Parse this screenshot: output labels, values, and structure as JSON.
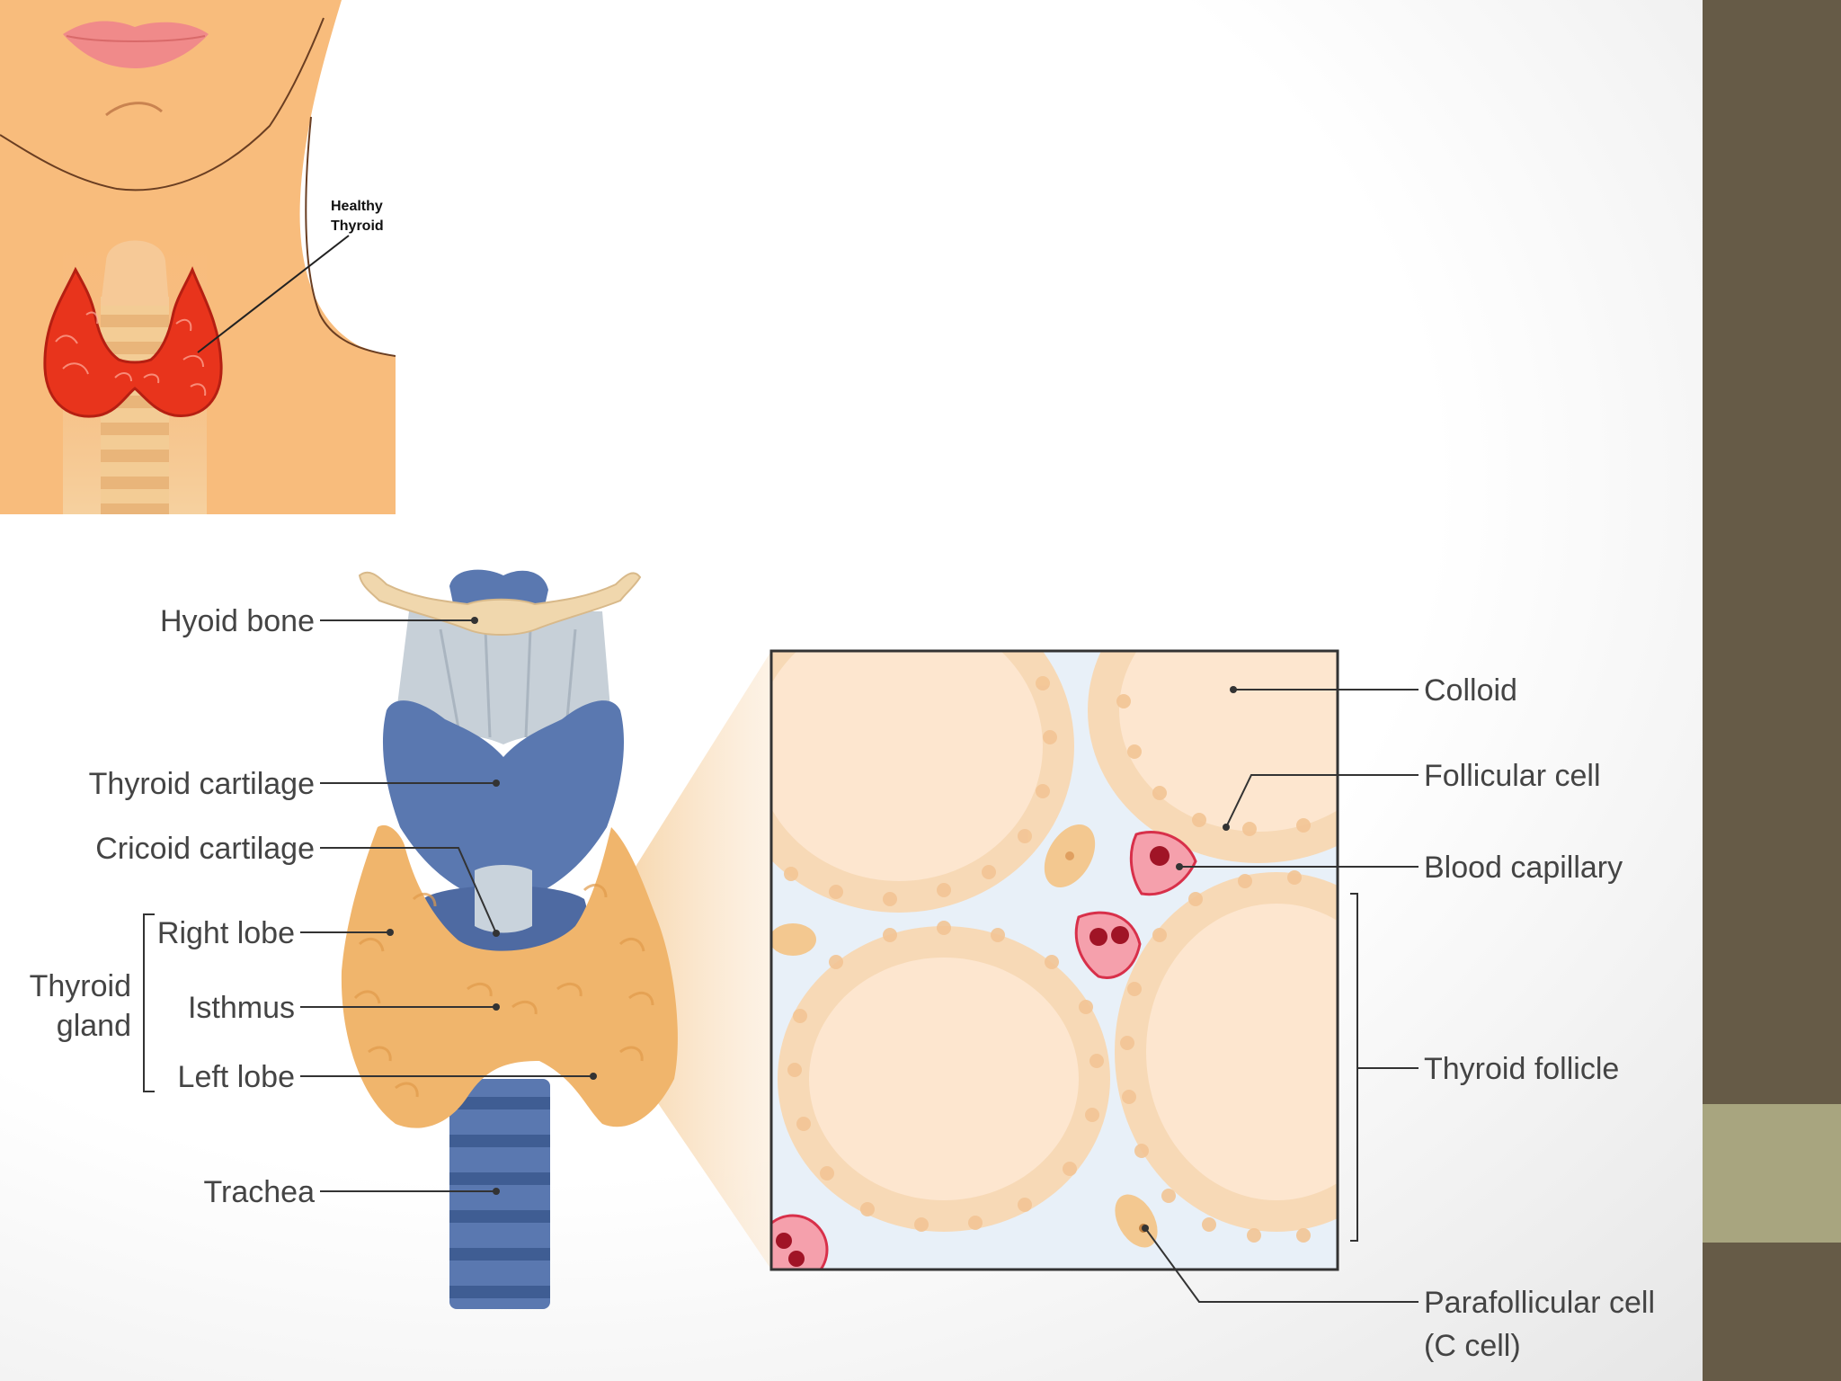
{
  "colors": {
    "sidebar_top": "#665b47",
    "sidebar_mid": "#a8a57f",
    "sidebar_bottom": "#665b47",
    "skin": "#f8bc7c",
    "thyroid_red": "#e8341c",
    "gland_orange": "#f0b56c",
    "cartilage_blue": "#5a78b0",
    "colloid": "#fde6cf",
    "capillary_red": "#d8304a"
  },
  "neck_illustration": {
    "label_line1": "Healthy",
    "label_line2": "Thyroid"
  },
  "anatomy": {
    "labels": {
      "hyoid_bone": "Hyoid bone",
      "thyroid_cartilage": "Thyroid cartilage",
      "cricoid_cartilage": "Cricoid cartilage",
      "right_lobe": "Right lobe",
      "isthmus": "Isthmus",
      "left_lobe": "Left lobe",
      "trachea": "Trachea",
      "thyroid_gland_line1": "Thyroid",
      "thyroid_gland_line2": "gland"
    }
  },
  "histology": {
    "labels": {
      "colloid": "Colloid",
      "follicular_cell": "Follicular cell",
      "blood_capillary": "Blood capillary",
      "thyroid_follicle": "Thyroid follicle",
      "parafollicular_line1": "Parafollicular cell",
      "parafollicular_line2": "(C cell)"
    }
  }
}
